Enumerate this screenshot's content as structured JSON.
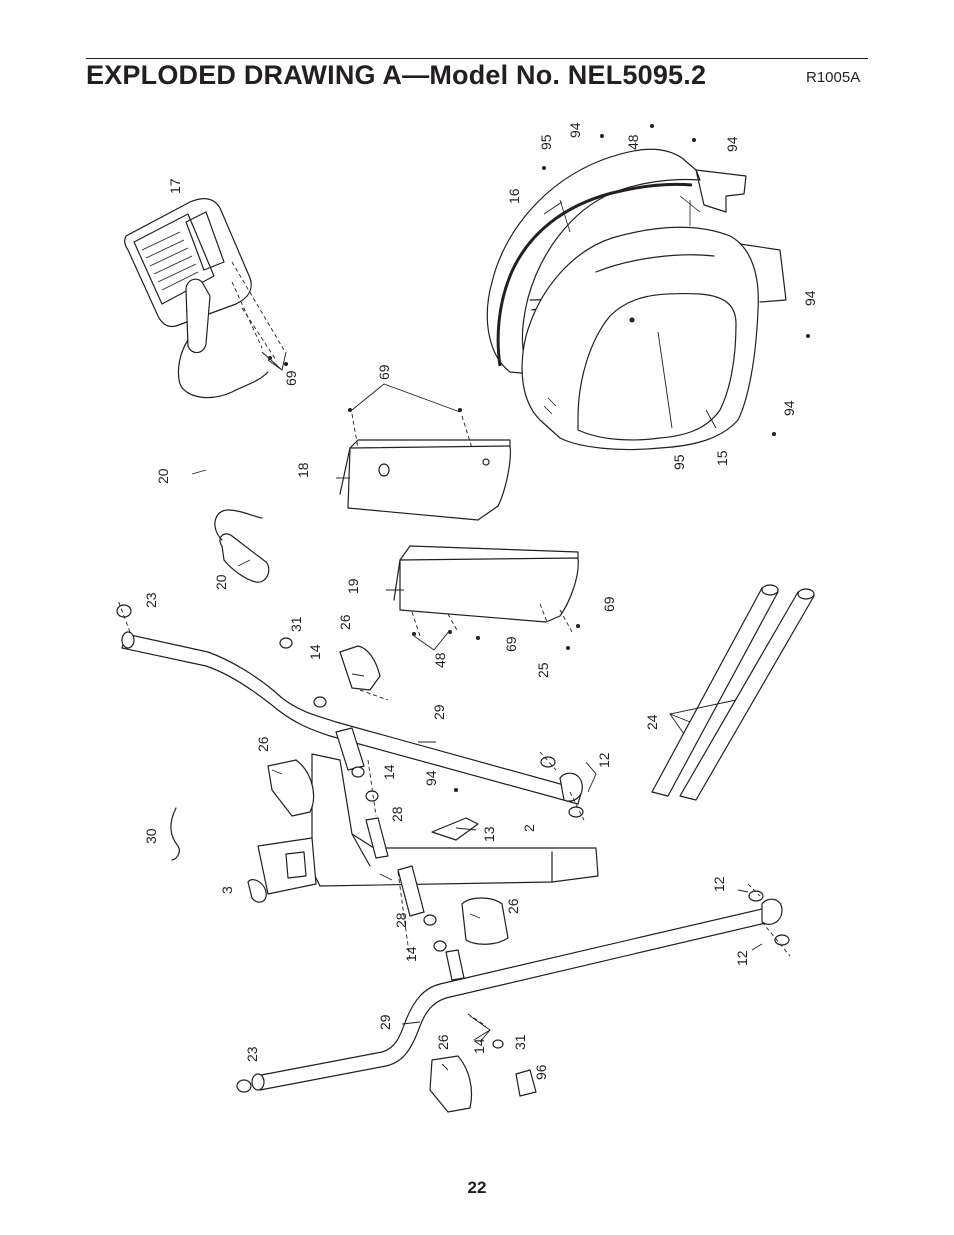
{
  "page": {
    "title": "EXPLODED DRAWING A—Model No. NEL5095.2",
    "drawing_code": "R1005A",
    "page_number": "22"
  },
  "callouts": [
    {
      "id": "c95a",
      "text": "95"
    },
    {
      "id": "c94a",
      "text": "94"
    },
    {
      "id": "c48a",
      "text": "48"
    },
    {
      "id": "c94b",
      "text": "94"
    },
    {
      "id": "c16",
      "text": "16"
    },
    {
      "id": "c17",
      "text": "17"
    },
    {
      "id": "c94c",
      "text": "94"
    },
    {
      "id": "c69a",
      "text": "69"
    },
    {
      "id": "c69b",
      "text": "69"
    },
    {
      "id": "c94d",
      "text": "94"
    },
    {
      "id": "c95b",
      "text": "95"
    },
    {
      "id": "c15",
      "text": "15"
    },
    {
      "id": "c20a",
      "text": "20"
    },
    {
      "id": "c18",
      "text": "18"
    },
    {
      "id": "c20b",
      "text": "20"
    },
    {
      "id": "c19",
      "text": "19"
    },
    {
      "id": "c23a",
      "text": "23"
    },
    {
      "id": "c31a",
      "text": "31"
    },
    {
      "id": "c26a",
      "text": "26"
    },
    {
      "id": "c14a",
      "text": "14"
    },
    {
      "id": "c48b",
      "text": "48"
    },
    {
      "id": "c69c",
      "text": "69"
    },
    {
      "id": "c25",
      "text": "25"
    },
    {
      "id": "c69d",
      "text": "69"
    },
    {
      "id": "c29a",
      "text": "29"
    },
    {
      "id": "c24",
      "text": "24"
    },
    {
      "id": "c26b",
      "text": "26"
    },
    {
      "id": "c14b",
      "text": "14"
    },
    {
      "id": "c94e",
      "text": "94"
    },
    {
      "id": "c28a",
      "text": "28"
    },
    {
      "id": "c12a",
      "text": "12"
    },
    {
      "id": "c13",
      "text": "13"
    },
    {
      "id": "c2",
      "text": "2"
    },
    {
      "id": "c30",
      "text": "30"
    },
    {
      "id": "c3",
      "text": "3"
    },
    {
      "id": "c28b",
      "text": "28"
    },
    {
      "id": "c26c",
      "text": "26"
    },
    {
      "id": "c12b",
      "text": "12"
    },
    {
      "id": "c14c",
      "text": "14"
    },
    {
      "id": "c12c",
      "text": "12"
    },
    {
      "id": "c29b",
      "text": "29"
    },
    {
      "id": "c23b",
      "text": "23"
    },
    {
      "id": "c26d",
      "text": "26"
    },
    {
      "id": "c14d",
      "text": "14"
    },
    {
      "id": "c31b",
      "text": "31"
    },
    {
      "id": "c96",
      "text": "96"
    }
  ]
}
